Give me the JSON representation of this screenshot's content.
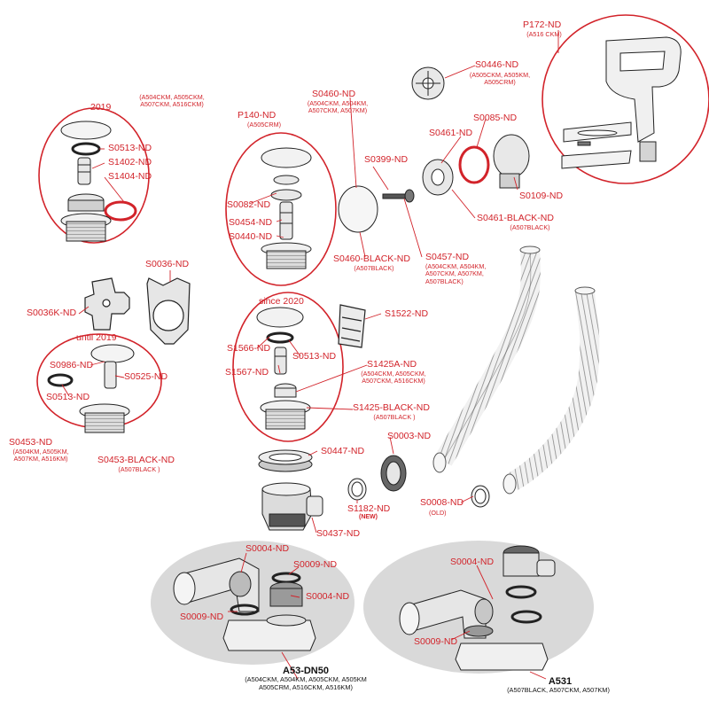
{
  "colors": {
    "accent": "#d2232a",
    "part_fill": "#e8e8e8",
    "outline": "#222222",
    "group_bg": "#d9d9d9"
  },
  "groups": {
    "g2019": {
      "title": "2019",
      "models": "(A504CKM, A505CKM,\nA507CKM, A516CKM)"
    },
    "p140": {
      "code": "P140-ND",
      "models": "(A505CRM)"
    },
    "until2019": {
      "title": "until 2019"
    },
    "since2020": {
      "title": "since 2020"
    },
    "p172": {
      "code": "P172-ND",
      "models": "(A516 CKM)"
    }
  },
  "labels": {
    "s0460": {
      "code": "S0460-ND",
      "models": "(A504CKM, A504KM,\nA507CKM, A507KM)"
    },
    "s0446": {
      "code": "S0446-ND",
      "models": "(A505CKM, A505KM,\nA505CRM)"
    },
    "s0085": {
      "code": "S0085-ND"
    },
    "s0461": {
      "code": "S0461-ND"
    },
    "s0399": {
      "code": "S0399-ND"
    },
    "s0109": {
      "code": "S0109-ND"
    },
    "s0461b": {
      "code": "S0461-BLACK-ND",
      "models": "(A507BLACK)"
    },
    "s0460b": {
      "code": "S0460-BLACK-ND",
      "models": "(A507BLACK)"
    },
    "s0457": {
      "code": "S0457-ND",
      "models": "(A504CKM, A504KM,\nA507CKM, A507KM,\nA507BLACK)"
    },
    "s0513a": {
      "code": "S0513-ND"
    },
    "s1402": {
      "code": "S1402-ND"
    },
    "s1404": {
      "code": "S1404-ND"
    },
    "s0082": {
      "code": "S0082-ND"
    },
    "s0454": {
      "code": "S0454-ND"
    },
    "s0440": {
      "code": "S0440-ND"
    },
    "s0036": {
      "code": "S0036-ND"
    },
    "s0036k": {
      "code": "S0036K-ND"
    },
    "s1522": {
      "code": "S1522-ND"
    },
    "s0986": {
      "code": "S0986-ND"
    },
    "s0525": {
      "code": "S0525-ND"
    },
    "s0513b": {
      "code": "S0513-ND"
    },
    "s0453": {
      "code": "S0453-ND",
      "models": "(A504KM, A505KM,\nA507KM, A516KM)"
    },
    "s0453b": {
      "code": "S0453-BLACK-ND",
      "models": "(A507BLACK )"
    },
    "s1566": {
      "code": "S1566-ND"
    },
    "s0513c": {
      "code": "S0513-ND"
    },
    "s1567": {
      "code": "S1567-ND"
    },
    "s1425a": {
      "code": "S1425A-ND",
      "models": "(A504CKM, A505CKM,\nA507CKM, A516CKM)"
    },
    "s1425b": {
      "code": "S1425-BLACK-ND",
      "models": "(A507BLACK )"
    },
    "s0003": {
      "code": "S0003-ND"
    },
    "s0447": {
      "code": "S0447-ND"
    },
    "s1182": {
      "code": "S1182-ND",
      "note": "(NEW)"
    },
    "s0008": {
      "code": "S0008-ND",
      "note": "(OLD)"
    },
    "s0437": {
      "code": "S0437-ND"
    },
    "s0004a": {
      "code": "S0004-ND"
    },
    "s0009a": {
      "code": "S0009-ND"
    },
    "s0004b": {
      "code": "S0004-ND"
    },
    "s0009b": {
      "code": "S0009-ND"
    },
    "s0004c": {
      "code": "S0004-ND"
    },
    "s0009c": {
      "code": "S0009-ND"
    }
  },
  "products": {
    "a53": {
      "name": "A53-DN50",
      "models": "(A504CKM, A504KM, A505CKM, A505KM\nA505CRM, A516CKM, A516KM)"
    },
    "a531": {
      "name": "A531",
      "models": "(A507BLACK, A507CKM, A507KM)"
    }
  }
}
